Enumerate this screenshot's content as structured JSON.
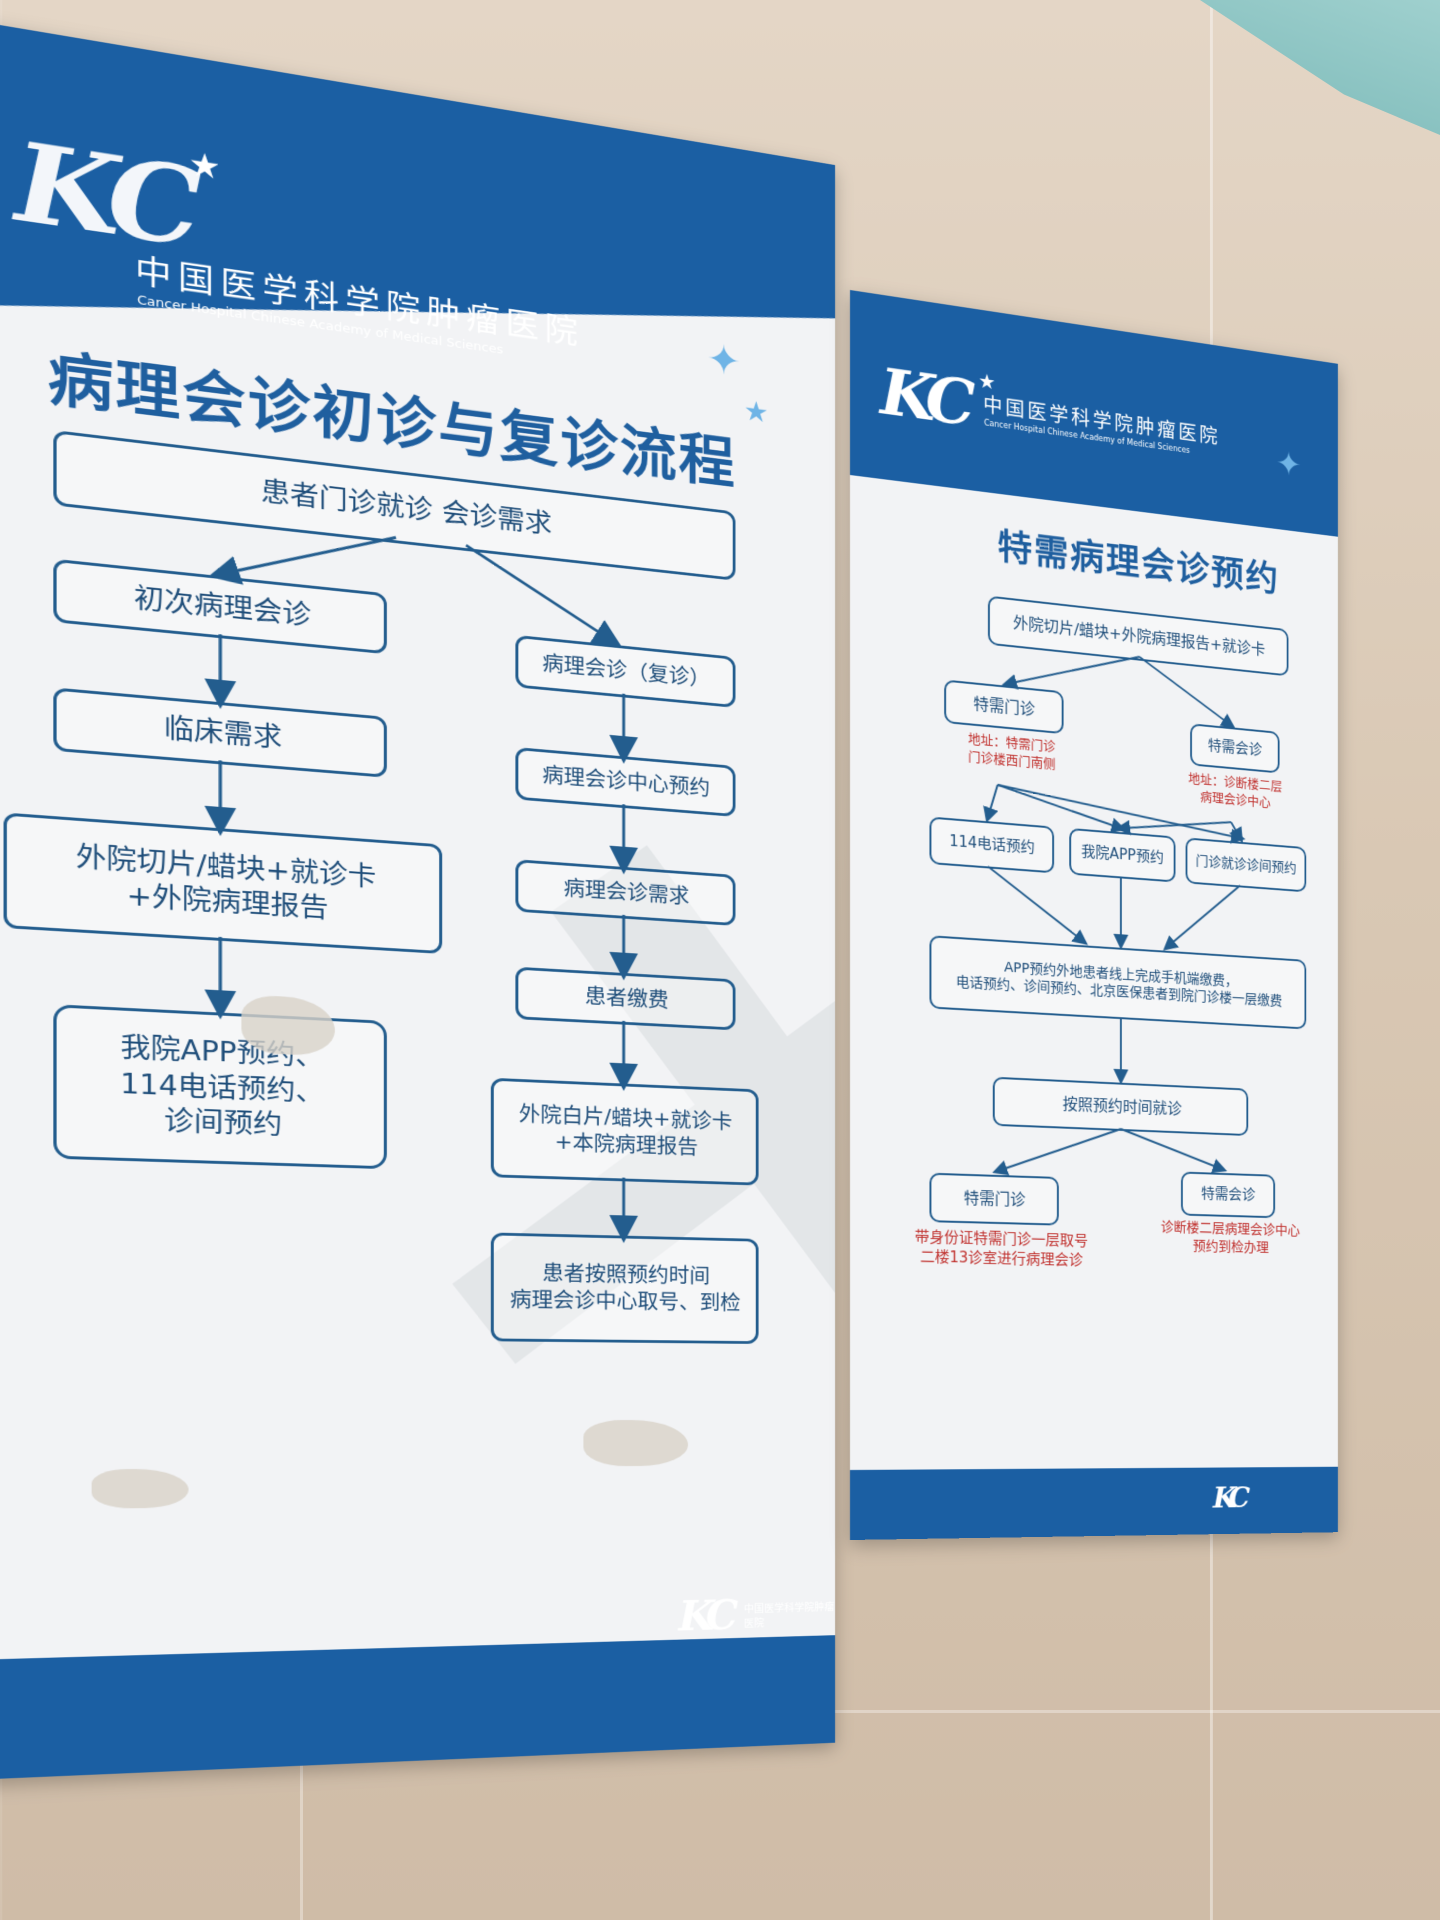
{
  "hospital": {
    "name_cn": "中国医学科学院肿瘤医院",
    "name_en": "Cancer Hospital Chinese Academy of Medical Sciences",
    "logo_mark": "KC"
  },
  "left_poster": {
    "title": "病理会诊初诊与复诊流程",
    "start": "患者门诊就诊  会诊需求",
    "first_visit": {
      "steps": [
        "初次病理会诊",
        "临床需求",
        "外院切片/蜡块+就诊卡\n+外院病理报告",
        "我院APP预约、\n114电话预约、\n诊间预约"
      ]
    },
    "revisit": {
      "steps": [
        "病理会诊（复诊）",
        "病理会诊中心预约",
        "病理会诊需求",
        "患者缴费",
        "外院白片/蜡块+就诊卡\n+本院病理报告",
        "患者按照预约时间\n病理会诊中心取号、到检"
      ]
    }
  },
  "right_poster": {
    "title": "特需病理会诊预约",
    "start": "外院切片/蜡块+外院病理报告+就诊卡",
    "branch_left": "特需门诊",
    "branch_left_address": "地址：特需门诊\n门诊楼西门南侧",
    "branch_right": "特需会诊",
    "branch_right_address": "地址：诊断楼二层\n病理会诊中心",
    "booking_options": [
      "114电话预约",
      "我院APP预约",
      "门诊就诊诊间预约"
    ],
    "payment": "APP预约外地患者线上完成手机端缴费，\n电话预约、诊间预约、北京医保患者到院门诊楼一层缴费",
    "visit": "按照预约时间就诊",
    "end_left": "特需门诊",
    "end_left_note": "带身份证特需门诊一层取号\n二楼13诊室进行病理会诊",
    "end_right": "特需会诊",
    "end_right_note": "诊断楼二层病理会诊中心\n预约到检办理"
  }
}
